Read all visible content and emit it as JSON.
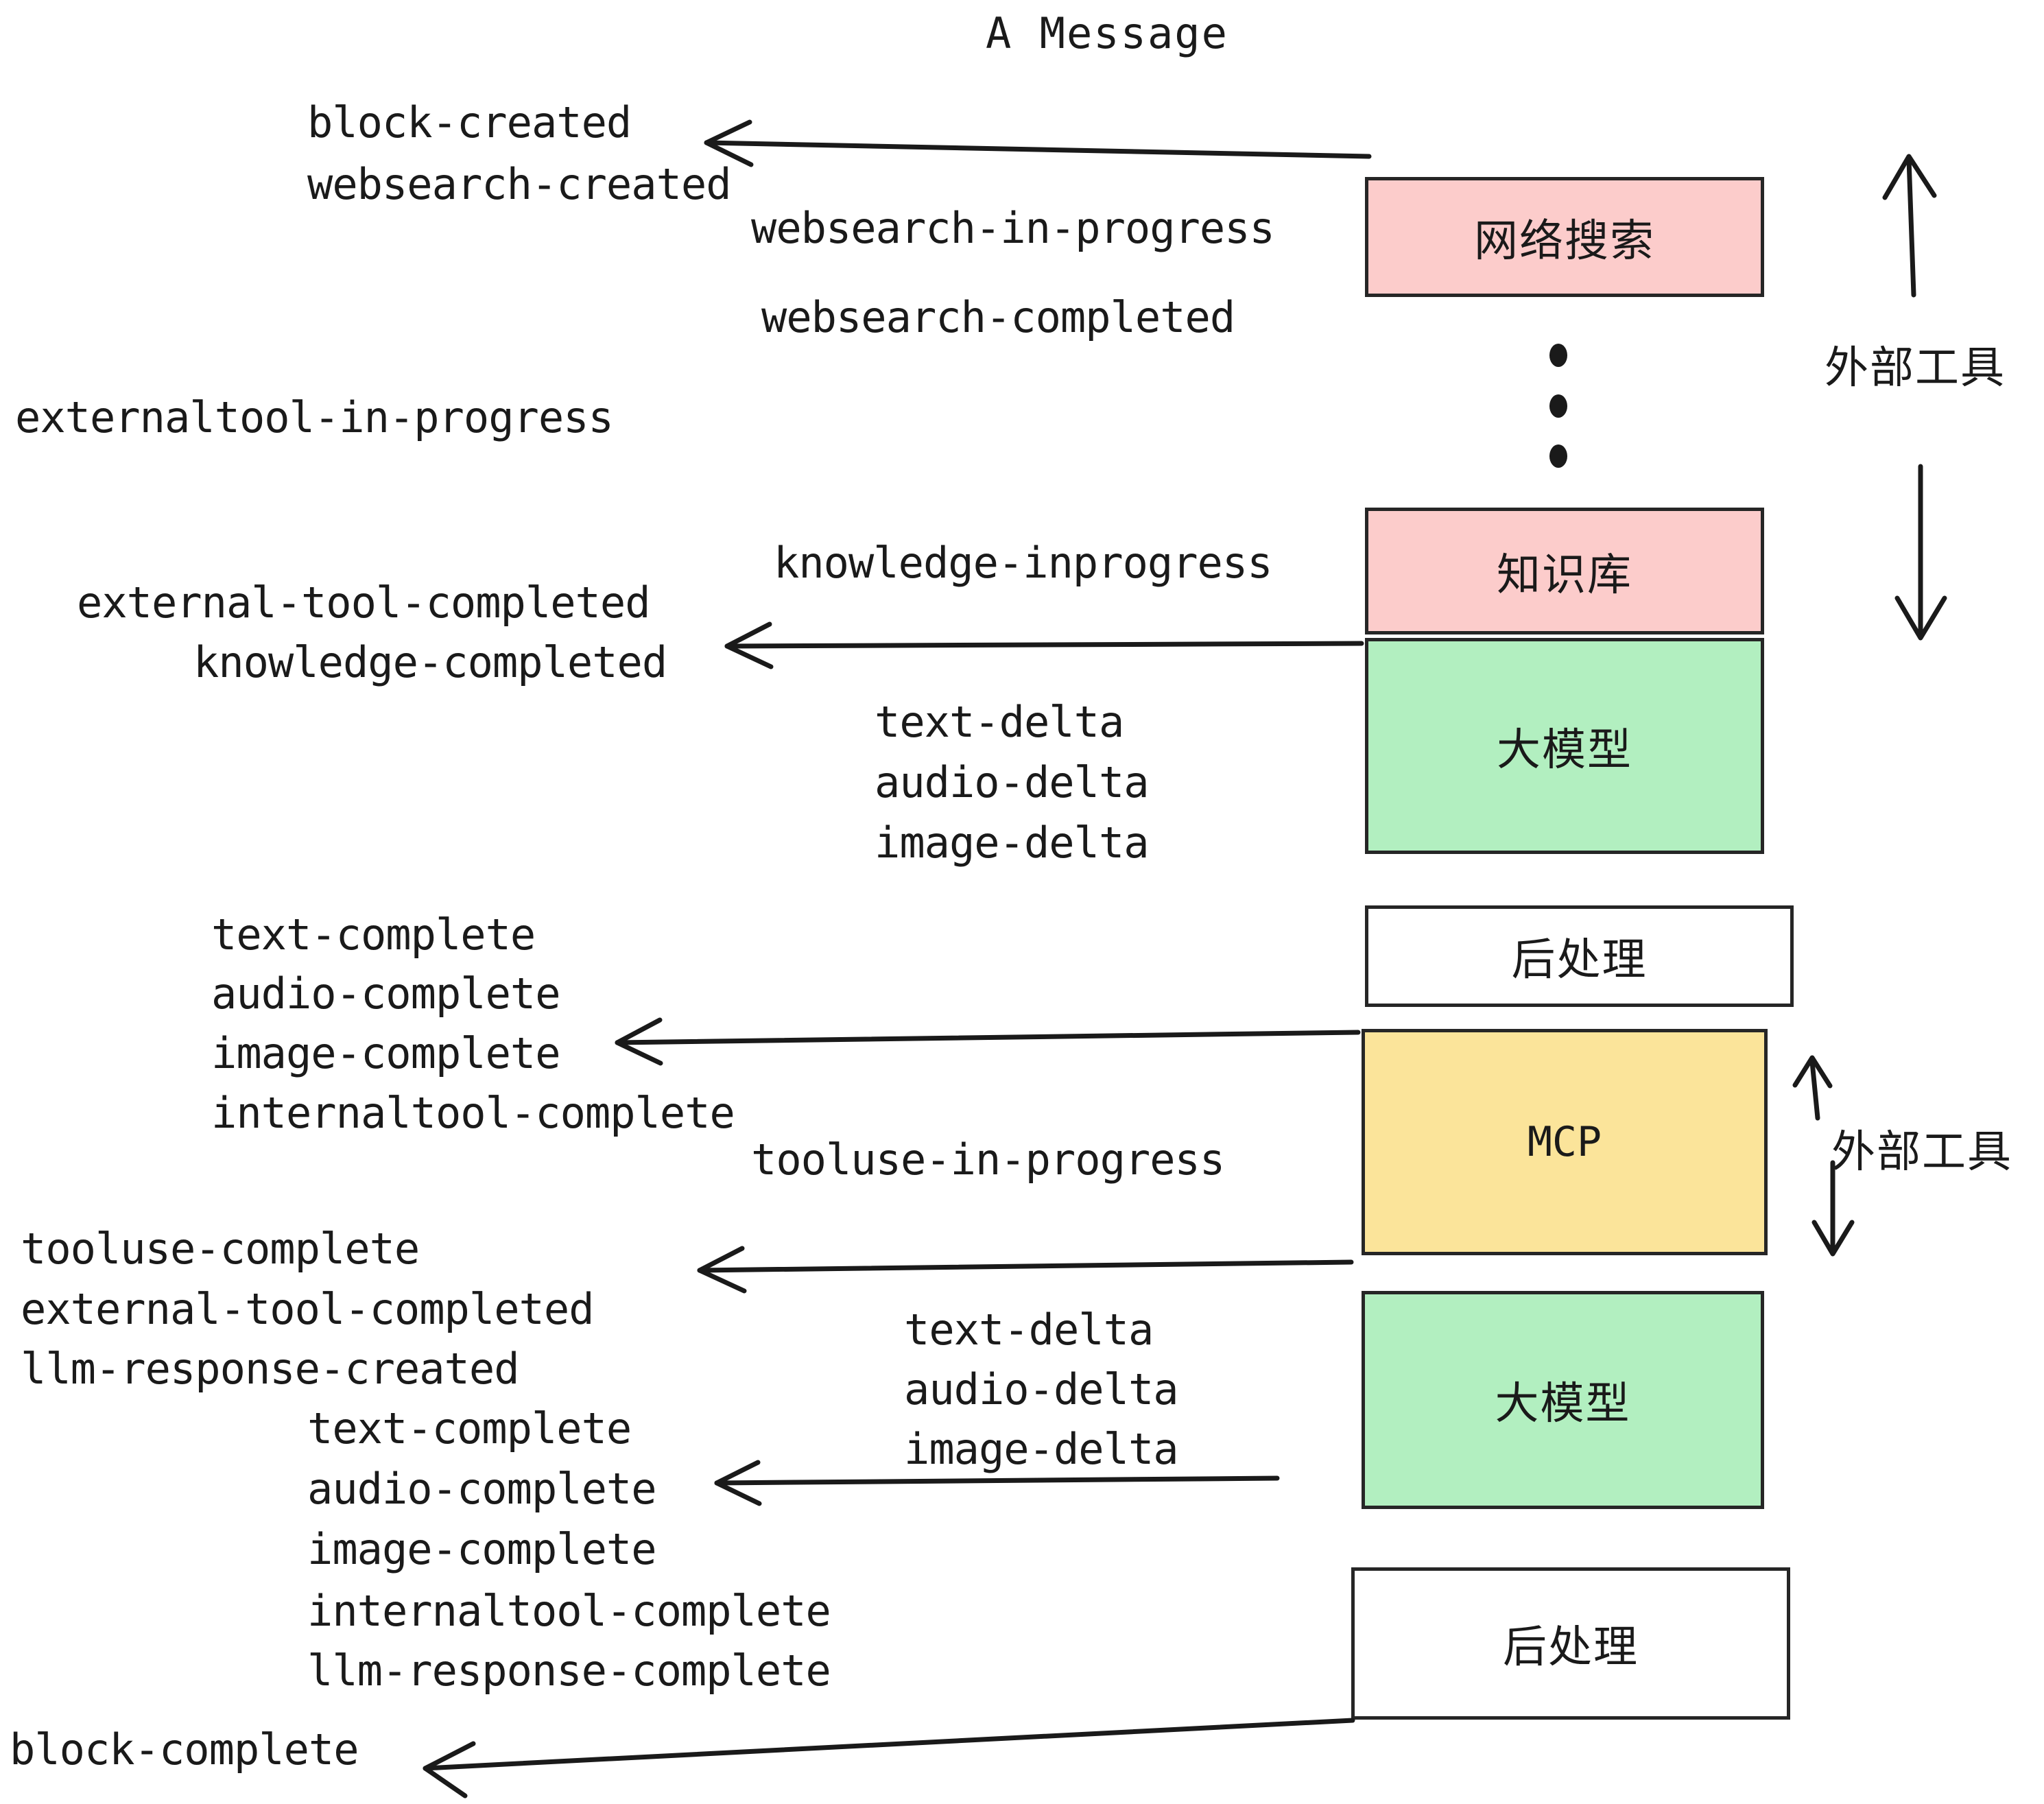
{
  "diagram": {
    "title": "A Message",
    "colors": {
      "pink": "#FCCCCB",
      "green": "#B2EFC0",
      "yellow": "#FBE49A",
      "white": "#FFFFFF",
      "stroke": "#262626",
      "text": "#1A1A1A"
    }
  },
  "nodes": [
    {
      "id": "websearch",
      "label": "网络搜索",
      "fill": "#FCCCCB"
    },
    {
      "id": "knowledge",
      "label": "知识库",
      "fill": "#FCCCCB"
    },
    {
      "id": "llm1",
      "label": "大模型",
      "fill": "#B2EFC0"
    },
    {
      "id": "post1",
      "label": "后处理",
      "fill": "#FFFFFF"
    },
    {
      "id": "mcp",
      "label": "MCP",
      "fill": "#FBE49A"
    },
    {
      "id": "llm2",
      "label": "大模型",
      "fill": "#B2EFC0"
    },
    {
      "id": "post2",
      "label": "后处理",
      "fill": "#FFFFFF"
    }
  ],
  "group_labels": [
    {
      "id": "external-tools-top",
      "label": "外部工具"
    },
    {
      "id": "external-tools-bottom",
      "label": "外部工具"
    }
  ],
  "events": [
    {
      "id": "e1",
      "text": "block-created"
    },
    {
      "id": "e2",
      "text": "websearch-created"
    },
    {
      "id": "e3",
      "text": "websearch-in-progress"
    },
    {
      "id": "e4",
      "text": "websearch-completed"
    },
    {
      "id": "e5",
      "text": "externaltool-in-progress"
    },
    {
      "id": "e6",
      "text": "knowledge-inprogress"
    },
    {
      "id": "e7",
      "text": "external-tool-completed"
    },
    {
      "id": "e8",
      "text": "knowledge-completed"
    },
    {
      "id": "e9",
      "text": "text-delta"
    },
    {
      "id": "e10",
      "text": "audio-delta"
    },
    {
      "id": "e11",
      "text": "image-delta"
    },
    {
      "id": "e12",
      "text": "text-complete"
    },
    {
      "id": "e13",
      "text": "audio-complete"
    },
    {
      "id": "e14",
      "text": "image-complete"
    },
    {
      "id": "e15",
      "text": "internaltool-complete"
    },
    {
      "id": "e16",
      "text": "tooluse-in-progress"
    },
    {
      "id": "e17",
      "text": "tooluse-complete"
    },
    {
      "id": "e18",
      "text": "external-tool-completed"
    },
    {
      "id": "e19",
      "text": "llm-response-created"
    },
    {
      "id": "e20",
      "text": "text-delta"
    },
    {
      "id": "e21",
      "text": "audio-delta"
    },
    {
      "id": "e22",
      "text": "image-delta"
    },
    {
      "id": "e23",
      "text": "text-complete"
    },
    {
      "id": "e24",
      "text": "audio-complete"
    },
    {
      "id": "e25",
      "text": "image-complete"
    },
    {
      "id": "e26",
      "text": "internaltool-complete"
    },
    {
      "id": "e27",
      "text": "llm-response-complete"
    },
    {
      "id": "e28",
      "text": "block-complete"
    }
  ]
}
